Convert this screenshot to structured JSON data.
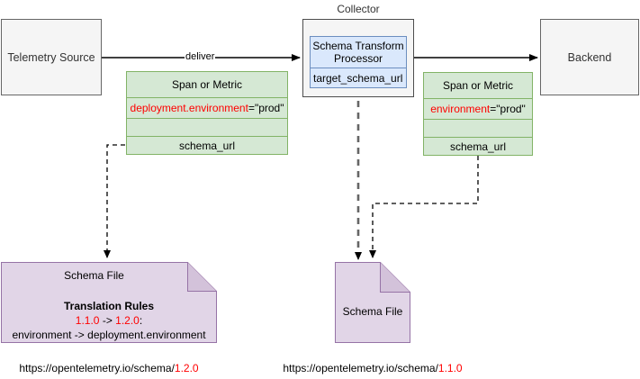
{
  "diagram": {
    "title": "OpenTelemetry schema transform processor flow",
    "colors": {
      "gray_fill": "#f5f5f5",
      "gray_stroke": "#666666",
      "blue_fill": "#dae8fc",
      "blue_stroke": "#6c8ebf",
      "green_fill": "#d5e8d4",
      "green_stroke": "#82b366",
      "purple_fill": "#e1d5e7",
      "purple_stroke": "#9673a6",
      "accent_red": "#ff0000",
      "line": "#000000",
      "line_gray": "#666666"
    }
  },
  "nodes": {
    "telemetry_source": {
      "label": "Telemetry Source"
    },
    "collector": {
      "caption": "Collector",
      "processor_title": "Schema Transform Processor",
      "processor_field": "target_schema_url"
    },
    "backend": {
      "label": "Backend"
    },
    "record_in": {
      "header": "Span or Metric",
      "attribute_key": "deployment.environment",
      "attribute_value": "=\"prod\"",
      "blank": "",
      "schema_url": "schema_url"
    },
    "record_out": {
      "header": "Span or Metric",
      "attribute_key": "environment",
      "attribute_value": "=\"prod\"",
      "blank": "",
      "schema_url": "schema_url"
    },
    "schema_file_left": {
      "title": "Schema File",
      "rules_heading": "Translation Rules",
      "rules_versions_from": "1.1.0",
      "rules_versions_arrow": " -> ",
      "rules_versions_to": "1.2.0",
      "rules_versions_colon": ":",
      "rules_mapping": "environment -> deployment.environment"
    },
    "schema_file_right": {
      "title": "Schema File"
    }
  },
  "edges": {
    "deliver_label": "deliver"
  },
  "urls": {
    "left_base": "https://opentelemetry.io/schema/",
    "left_version": "1.2.0",
    "right_base": "https://opentelemetry.io/schema/",
    "right_version": "1.1.0"
  }
}
